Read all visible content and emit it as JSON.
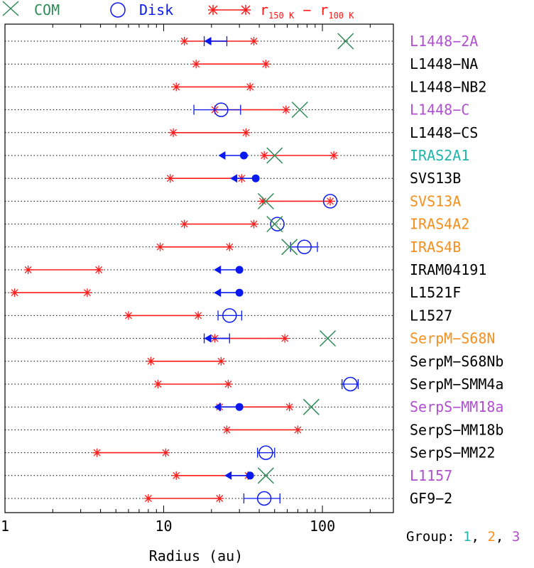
{
  "legend": {
    "com": "COM",
    "disk": "Disk",
    "radius_main": "r",
    "radius_sub1": "150 K",
    "radius_minus": " − ",
    "radius_main2": "r",
    "radius_sub2": "100 K"
  },
  "group_legend": {
    "label": "Group:",
    "g1": "1",
    "g2": "2",
    "g3": "3",
    "sep": ","
  },
  "colors": {
    "group1": "#1fb5ad",
    "group2": "#f5901e",
    "group3": "#b050d0",
    "default": "#000000",
    "com": "#2e8b57",
    "disk": "#0a1aee",
    "range": "#ff1a1a"
  },
  "chart_data": {
    "type": "scatter",
    "xlabel": "Radius (au)",
    "xscale": "log",
    "xlim": [
      1.0,
      280
    ],
    "xticks": [
      1,
      10,
      100
    ],
    "xtick_labels": [
      "1",
      "10",
      "100"
    ],
    "grid": "horizontal dotted per source",
    "sources": [
      {
        "name": "L1448−2A",
        "group": 3,
        "range": [
          13.5,
          37
        ],
        "com": 140,
        "disk": null,
        "disk_lo": 18,
        "disk_hi": 25,
        "upper_limit": true
      },
      {
        "name": "L1448−NA",
        "group": 0,
        "range": [
          16,
          44
        ],
        "com": null,
        "disk": null,
        "upper_limit": false
      },
      {
        "name": "L1448−NB2",
        "group": 0,
        "range": [
          12,
          35
        ],
        "com": null,
        "disk": null,
        "upper_limit": false
      },
      {
        "name": "L1448−C",
        "group": 3,
        "range": [
          21,
          59
        ],
        "com": 72,
        "disk": 23,
        "disk_lo": 15.5,
        "disk_hi": 30.5,
        "upper_limit": false
      },
      {
        "name": "L1448−CS",
        "group": 0,
        "range": [
          11.5,
          33
        ],
        "com": null,
        "disk": null,
        "upper_limit": false
      },
      {
        "name": "IRAS2A1",
        "group": 1,
        "range": [
          43,
          118
        ],
        "com": 50,
        "disk": 32,
        "upper_limit": true
      },
      {
        "name": "SVS13B",
        "group": 0,
        "range": [
          11,
          31
        ],
        "com": null,
        "disk": 38,
        "upper_limit": true
      },
      {
        "name": "SVS13A",
        "group": 2,
        "range": [
          42,
          112
        ],
        "com": 44,
        "disk": 112,
        "upper_limit": false
      },
      {
        "name": "IRAS4A2",
        "group": 2,
        "range": [
          13.5,
          37
        ],
        "com": 50,
        "disk": 52,
        "upper_limit": false
      },
      {
        "name": "IRAS4B",
        "group": 2,
        "range": [
          9.5,
          26
        ],
        "com": 62,
        "disk": 77,
        "disk_lo": 63,
        "disk_hi": 93,
        "upper_limit": false
      },
      {
        "name": "IRAM04191",
        "group": 0,
        "range": [
          1.4,
          3.9
        ],
        "com": null,
        "disk": 30,
        "upper_limit": true
      },
      {
        "name": "L1521F",
        "group": 0,
        "range": [
          1.15,
          3.3
        ],
        "com": null,
        "disk": 30,
        "upper_limit": true
      },
      {
        "name": "L1527",
        "group": 0,
        "range": [
          6,
          16.5
        ],
        "com": null,
        "disk": 26,
        "disk_lo": 22,
        "disk_hi": 31,
        "upper_limit": false
      },
      {
        "name": "SerpM−S68N",
        "group": 2,
        "range": [
          21,
          58
        ],
        "com": 108,
        "disk": null,
        "disk_lo": 18,
        "disk_hi": 26,
        "upper_limit": true
      },
      {
        "name": "SerpM−S68Nb",
        "group": 0,
        "range": [
          8.3,
          23
        ],
        "com": null,
        "disk": null,
        "upper_limit": false
      },
      {
        "name": "SerpM−SMM4a",
        "group": 0,
        "range": [
          9.2,
          25.5
        ],
        "com": null,
        "disk": 150,
        "disk_lo": 133,
        "disk_hi": 168,
        "upper_limit": false
      },
      {
        "name": "SerpS−MM18a",
        "group": 3,
        "range": [
          22.5,
          62
        ],
        "com": 85,
        "disk": 30,
        "upper_limit": true
      },
      {
        "name": "SerpS−MM18b",
        "group": 0,
        "range": [
          25,
          70
        ],
        "com": null,
        "disk": null,
        "upper_limit": false
      },
      {
        "name": "SerpS−MM22",
        "group": 0,
        "range": [
          3.8,
          10.3
        ],
        "com": null,
        "disk": 44,
        "disk_lo": 39,
        "disk_hi": 50,
        "upper_limit": false
      },
      {
        "name": "L1157",
        "group": 3,
        "range": [
          12,
          34
        ],
        "com": 44,
        "disk": 35,
        "upper_limit": true
      },
      {
        "name": "GF9−2",
        "group": 0,
        "range": [
          8,
          22.5
        ],
        "com": null,
        "disk": 43,
        "disk_lo": 32,
        "disk_hi": 54,
        "upper_limit": false
      }
    ]
  }
}
